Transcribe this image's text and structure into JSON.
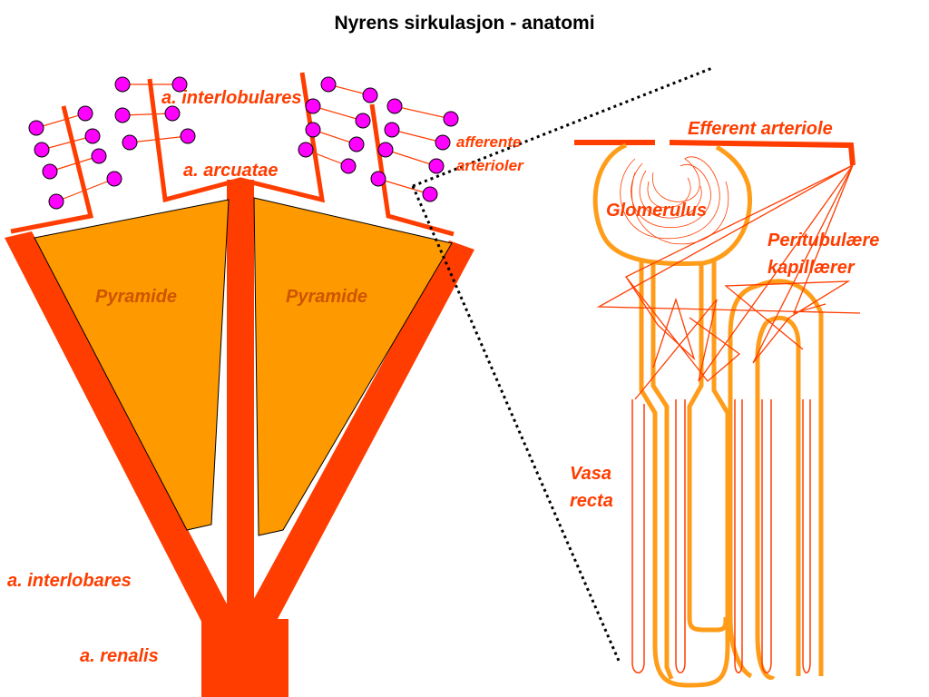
{
  "title": "Nyrens sirkulasjon - anatomi",
  "labels": {
    "interlobulares": "a. interlobulares",
    "arcuatae": "a. arcuatae",
    "afferente_1": "afferente",
    "afferente_2": "arterioler",
    "pyramide_left": "Pyramide",
    "pyramide_right": "Pyramide",
    "interlobares": "a. interlobares",
    "renalis": "a. renalis",
    "efferent": "Efferent arteriole",
    "glomerulus": "Glomerulus",
    "peritubulaere_1": "Peritubulære",
    "peritubulaere_2": "kapillærer",
    "vasa_1": "Vasa",
    "vasa_2": "recta"
  },
  "colors": {
    "artery": "#ff3d00",
    "pyramid": "#ff9900",
    "glomeruli": "#ff00ff",
    "tubule": "#ff9d1a",
    "label": "#ff3d00",
    "pyramid_label": "#cc5500"
  }
}
